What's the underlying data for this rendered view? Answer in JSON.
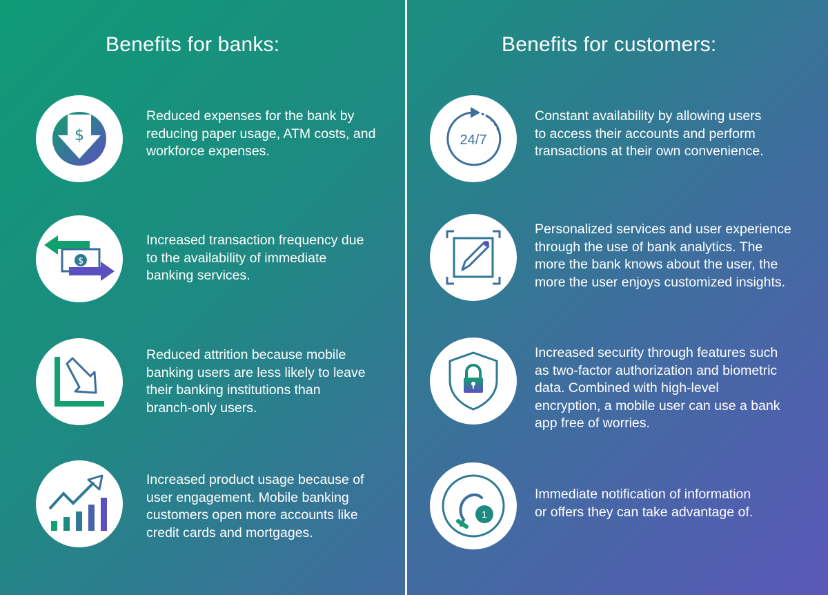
{
  "left": {
    "title": "Benefits for banks:",
    "items": [
      {
        "icon": "money-down-arrow-icon",
        "text": "Reduced expenses for the bank by\nreducing paper usage, ATM costs, and\nworkforce expenses."
      },
      {
        "icon": "money-exchange-arrows-icon",
        "text": "Increased transaction frequency due\nto the availability of immediate\nbanking services."
      },
      {
        "icon": "declining-chart-icon",
        "text": "Reduced attrition because mobile\nbanking users are less likely to leave\ntheir banking institutions than\nbranch-only users."
      },
      {
        "icon": "growth-chart-icon",
        "text": "Increased product usage because of\nuser engagement. Mobile banking\ncustomers open more accounts like\ncredit cards and mortgages."
      }
    ]
  },
  "right": {
    "title": "Benefits for customers:",
    "items": [
      {
        "icon": "clock-24-7-icon",
        "icon_label": "24/7",
        "text": "Constant availability by allowing users\nto access their accounts and perform\ntransactions at their own convenience."
      },
      {
        "icon": "pencil-edit-icon",
        "text": "Personalized services and user experience\nthrough the use of bank analytics. The\nmore the bank knows about the user, the\nmore the user enjoys customized insights."
      },
      {
        "icon": "shield-lock-icon",
        "text": "Increased security through features such\nas two-factor authorization and biometric\ndata. Combined with high-level\nencryption, a mobile user can use a bank\napp free of worries."
      },
      {
        "icon": "notification-bell-icon",
        "icon_label": "1",
        "text": "Immediate notification of information\nor offers they can take advantage of."
      }
    ]
  },
  "colors": {
    "gradient_start": "#0f9a76",
    "gradient_end": "#5a57b8",
    "icon_green": "#11a06e",
    "icon_purple": "#5c4fc0",
    "icon_circle_bg": "#ffffff"
  }
}
